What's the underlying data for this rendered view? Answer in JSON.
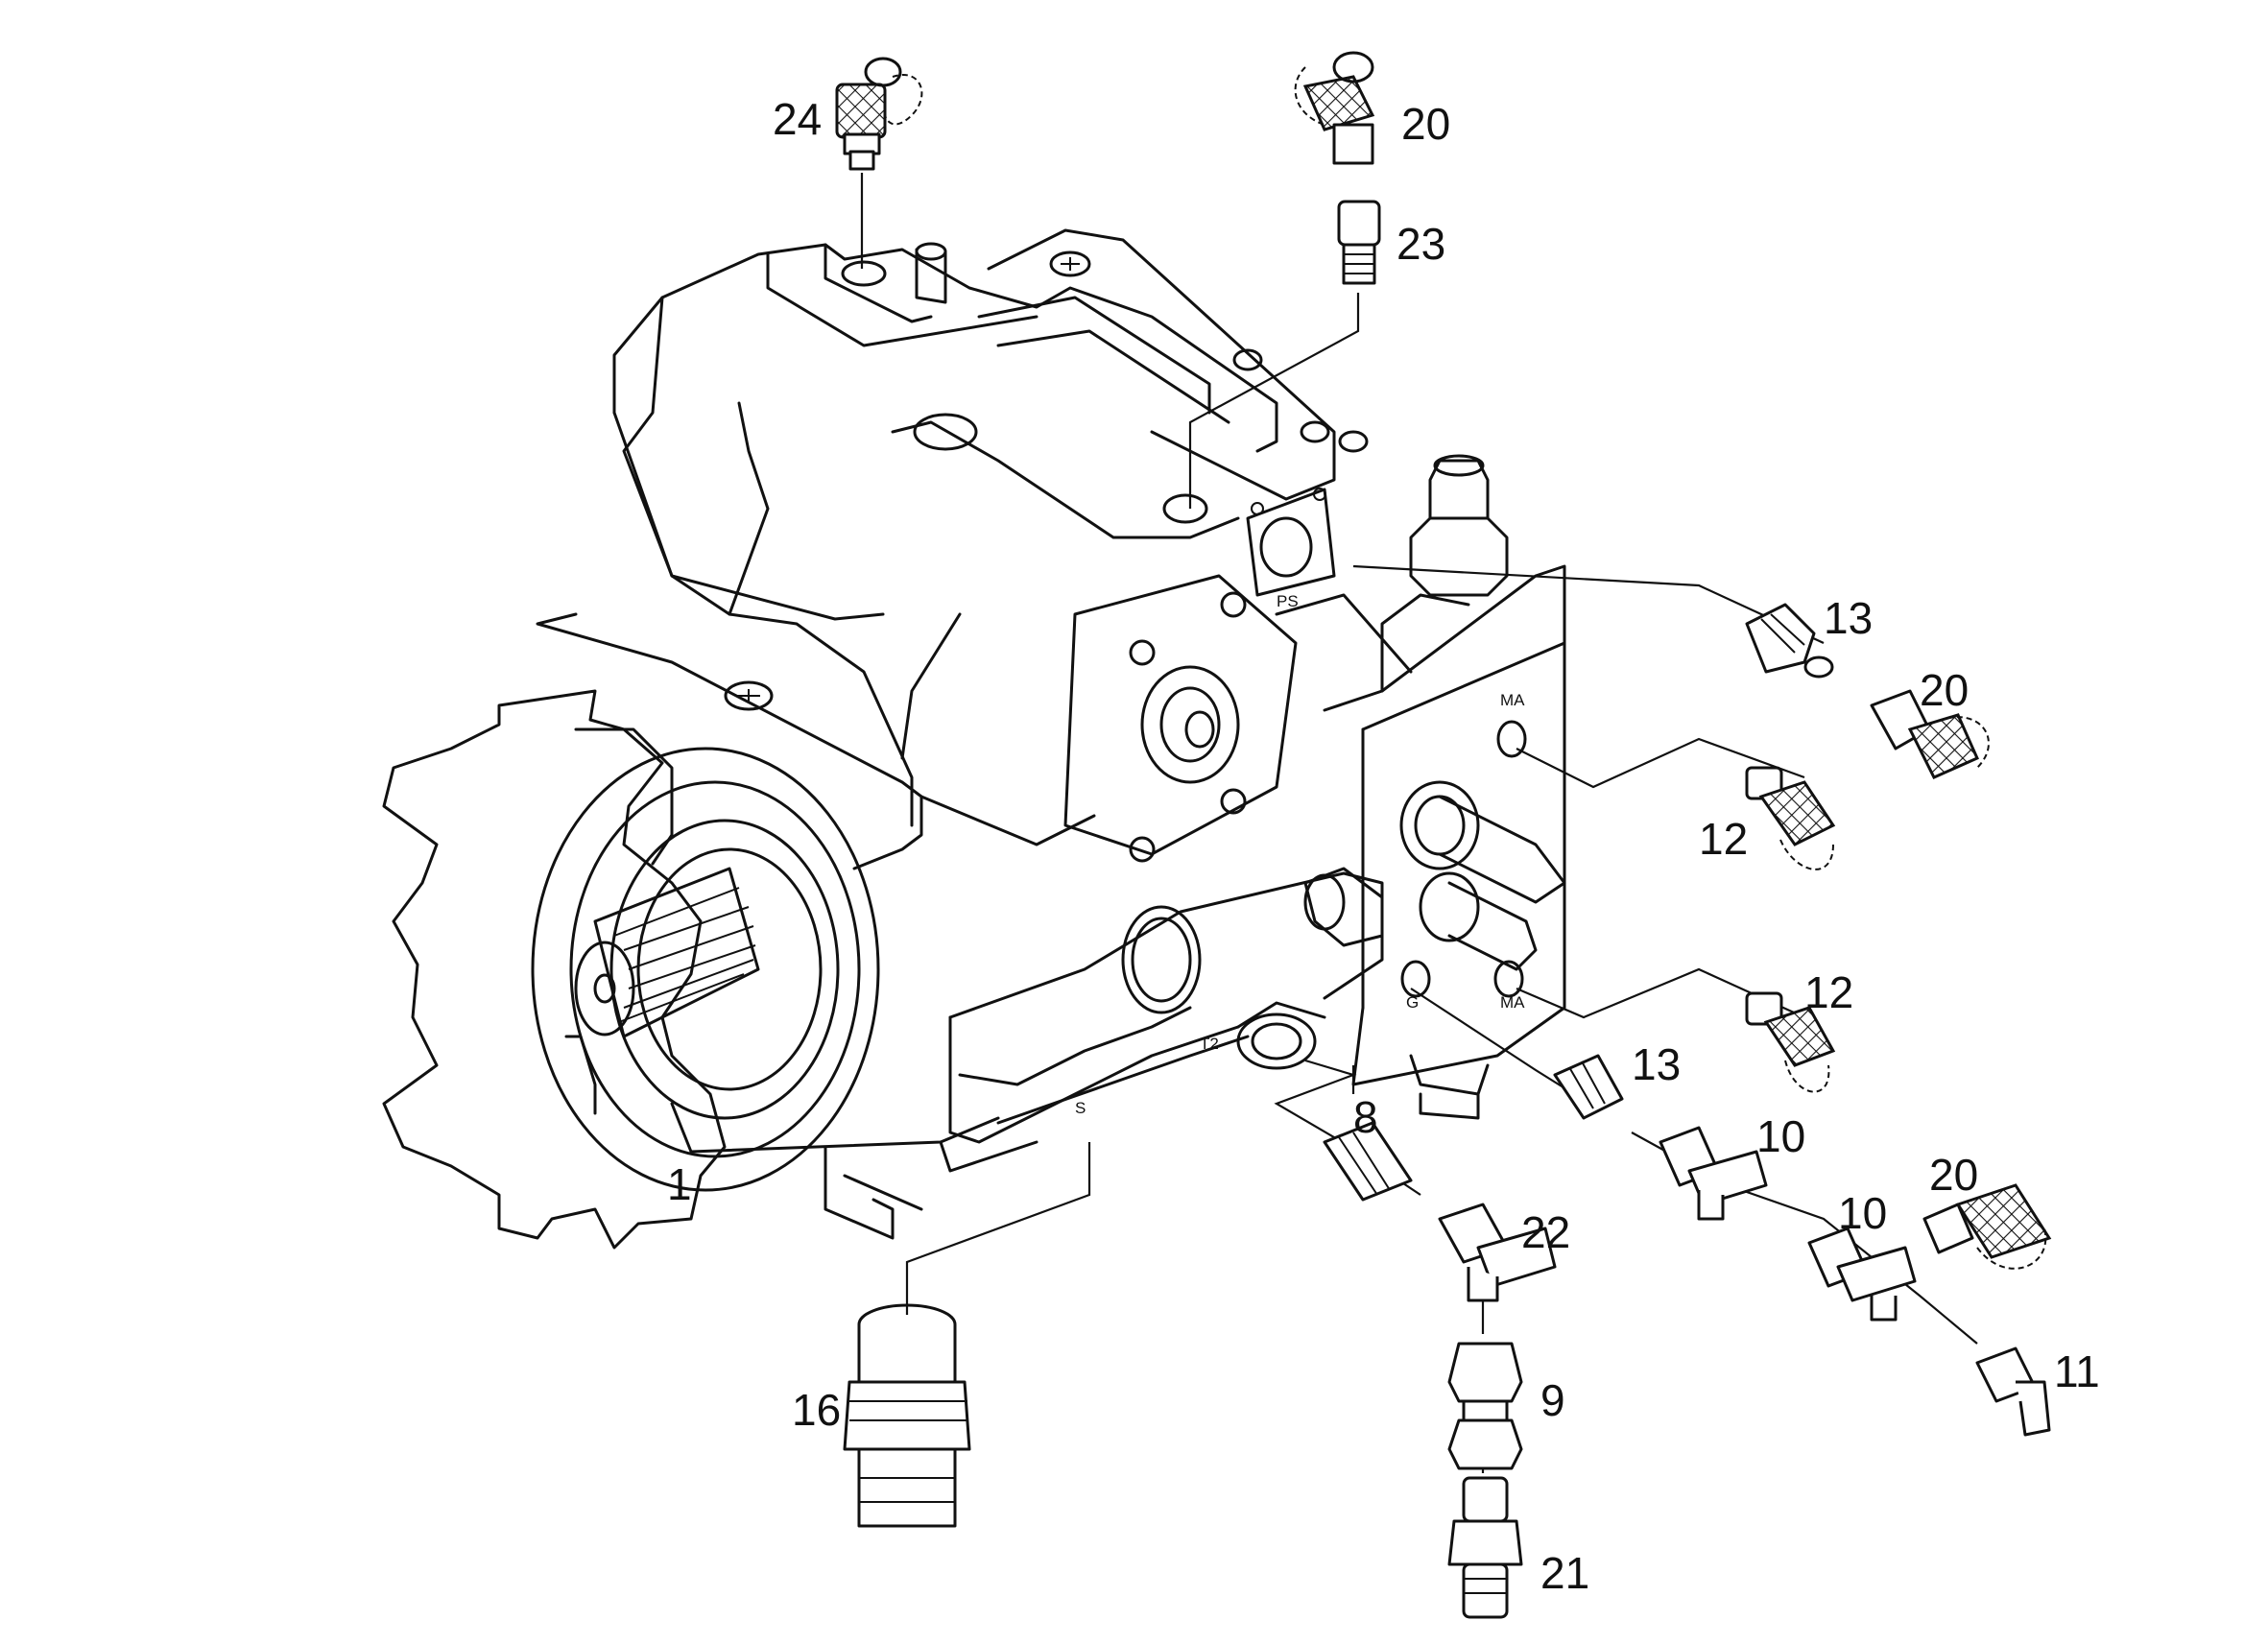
{
  "callouts": {
    "c1": "1",
    "c8": "8",
    "c9": "9",
    "c10a": "10",
    "c10b": "10",
    "c11": "11",
    "c12a": "12",
    "c12b": "12",
    "c13a": "13",
    "c13b": "13",
    "c16": "16",
    "c20a": "20",
    "c20b": "20",
    "c20c": "20",
    "c21": "21",
    "c22": "22",
    "c23": "23",
    "c24": "24"
  },
  "ports": {
    "ps": "PS",
    "ma_top": "MA",
    "ma_bottom": "MA",
    "g": "G",
    "t2": "T2",
    "s": "S"
  },
  "colors": {
    "line": "#111111",
    "background": "#ffffff"
  }
}
